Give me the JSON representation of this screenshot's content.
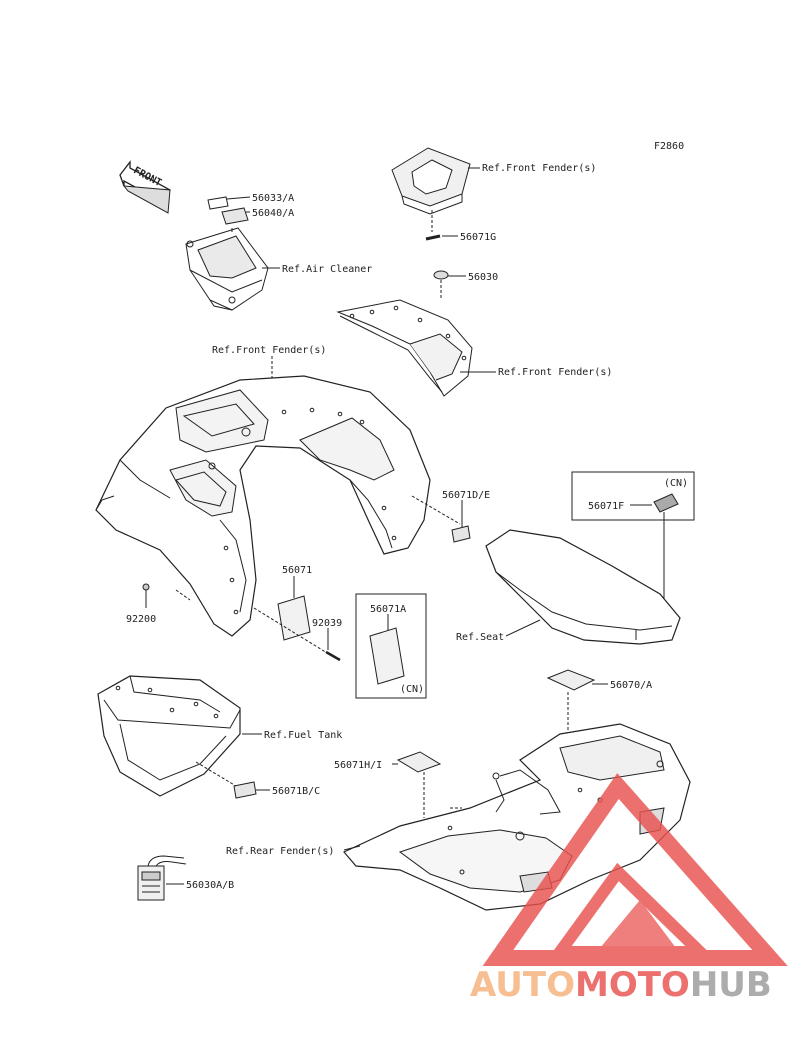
{
  "figure_code": "F2860",
  "front_arrow": "FRONT",
  "labels": {
    "p56033A": "56033/A",
    "p56040A": "56040/A",
    "ref_air_cleaner": "Ref.Air Cleaner",
    "ref_front_fender_top": "Ref.Front Fender(s)",
    "p56071G": "56071G",
    "p56030": "56030",
    "ref_front_fender_right": "Ref.Front Fender(s)",
    "ref_front_fender_left": "Ref.Front Fender(s)",
    "p56071DE": "56071D/E",
    "cn_top": "(CN)",
    "p56071F": "56071F",
    "p56071": "56071",
    "p92039": "92039",
    "p56071A": "56071A",
    "cn_bottom": "(CN)",
    "p92200": "92200",
    "ref_seat": "Ref.Seat",
    "p56070A": "56070/A",
    "ref_fuel_tank": "Ref.Fuel Tank",
    "p56071BC": "56071B/C",
    "p56071HI": "56071H/I",
    "ref_rear_fender": "Ref.Rear Fender(s)",
    "p56030AB": "56030A/B"
  },
  "watermark": {
    "part1": "AUTO",
    "part2": "MOTO",
    "part3": "HUB",
    "color_orange": "#f5b07a",
    "color_red": "#e8524f",
    "color_gray": "#9a9a9a"
  }
}
